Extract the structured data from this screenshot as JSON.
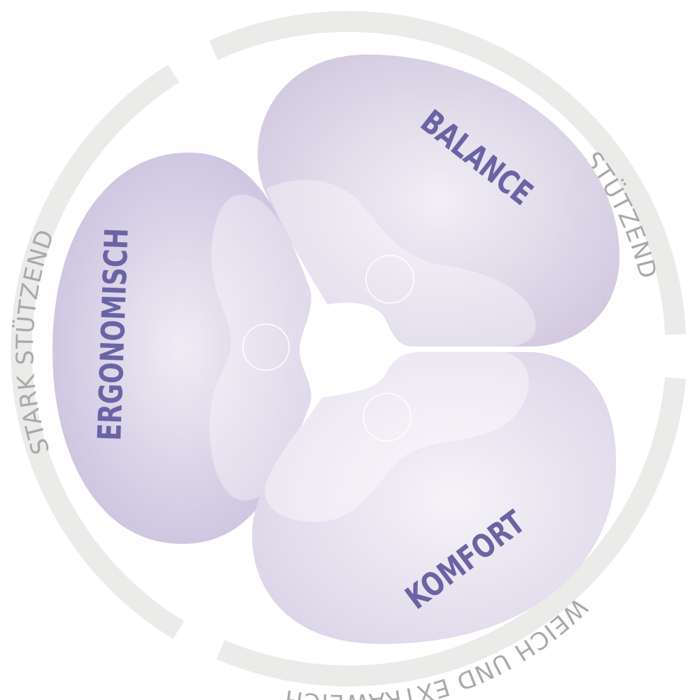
{
  "ring_labels": {
    "top_right": "STÜTZEND",
    "bottom": "WEICH UND EXTRAWEICH",
    "left": "STARK STÜTZEND"
  },
  "segments": {
    "balance": "BALANCE",
    "ergonomisch": "ERGONOMISCH",
    "komfort": "KOMFORT"
  },
  "colors": {
    "label": "#6a63a4",
    "ring": "#ebebea",
    "ring_text": "#a9a9a9",
    "blob": "#cfc6de"
  }
}
